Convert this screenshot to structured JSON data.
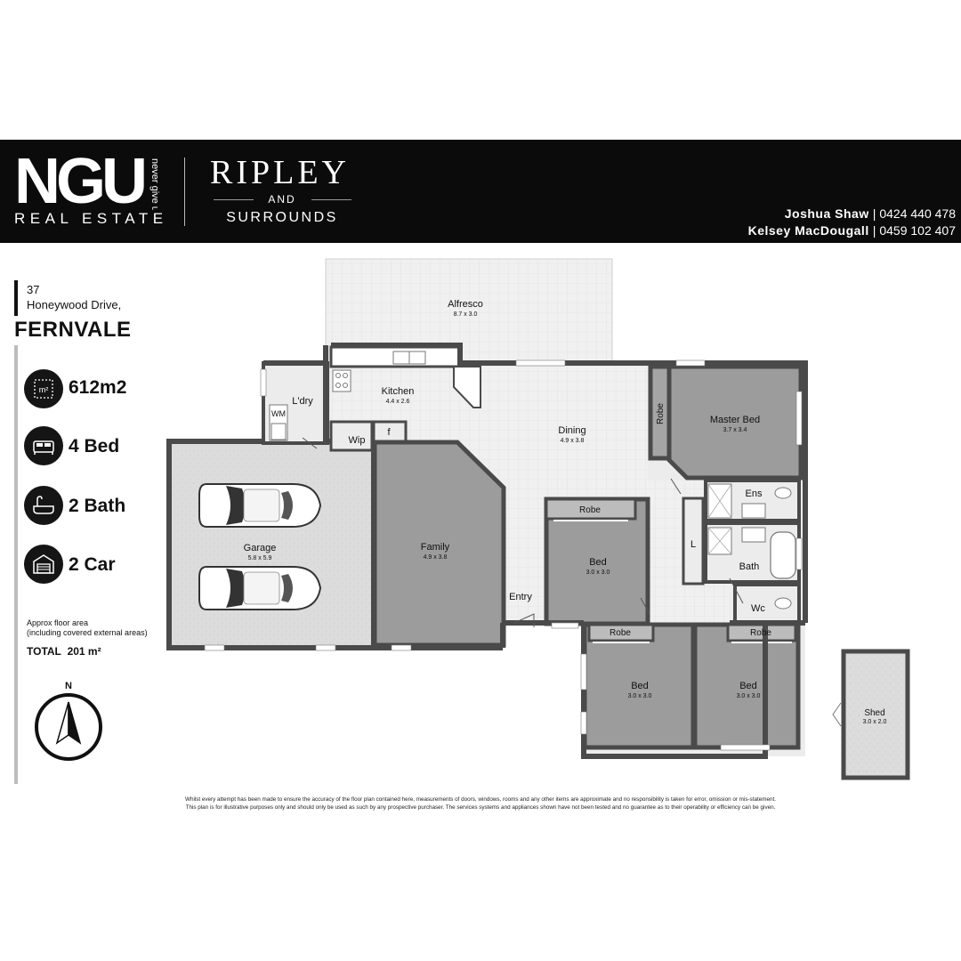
{
  "header": {
    "logo_main": "NGU",
    "logo_tagline": "never give up",
    "logo_sub": "REAL ESTATE",
    "brand_title": "RIPLEY",
    "brand_and": "AND",
    "brand_sub": "SURROUNDS",
    "agents": [
      {
        "name": "Joshua Shaw",
        "phone": "0424 440 478"
      },
      {
        "name": "Kelsey MacDougall",
        "phone": "0459 102 407"
      }
    ]
  },
  "property": {
    "street_number": "37",
    "street": "Honeywood Drive,",
    "suburb": "FERNVALE",
    "features": [
      {
        "icon": "land-area-icon",
        "value": "612m2"
      },
      {
        "icon": "bed-icon",
        "value": "4 Bed"
      },
      {
        "icon": "bath-icon",
        "value": "2 Bath"
      },
      {
        "icon": "garage-icon",
        "value": "2 Car"
      }
    ],
    "approx_note_line1": "Approx floor area",
    "approx_note_line2": "(including covered external areas)",
    "total_label": "TOTAL",
    "total_value": "201 m²",
    "compass_label": "N"
  },
  "rooms": {
    "alfresco": {
      "name": "Alfresco",
      "size": "8.7 x 3.0"
    },
    "kitchen": {
      "name": "Kitchen",
      "size": "4.4 x 2.6"
    },
    "laundry": {
      "name": "L'dry"
    },
    "wm": {
      "name": "WM"
    },
    "wip": {
      "name": "Wip"
    },
    "fridge": {
      "name": "f"
    },
    "dining": {
      "name": "Dining",
      "size": "4.9 x 3.8"
    },
    "master_robe": {
      "name": "Robe"
    },
    "master_bed": {
      "name": "Master Bed",
      "size": "3.7 x 3.4"
    },
    "ens": {
      "name": "Ens"
    },
    "linen": {
      "name": "L"
    },
    "bath": {
      "name": "Bath"
    },
    "wc": {
      "name": "Wc"
    },
    "garage": {
      "name": "Garage",
      "size": "5.8 x 5.9"
    },
    "family": {
      "name": "Family",
      "size": "4.9 x 3.8"
    },
    "entry": {
      "name": "Entry"
    },
    "bed2_robe": {
      "name": "Robe"
    },
    "bed2": {
      "name": "Bed",
      "size": "3.0 x 3.0"
    },
    "bed3_robe": {
      "name": "Robe"
    },
    "bed3": {
      "name": "Bed",
      "size": "3.0 x 3.0"
    },
    "bed4_robe": {
      "name": "Robe"
    },
    "bed4": {
      "name": "Bed",
      "size": "3.0 x 3.0"
    },
    "shed": {
      "name": "Shed",
      "size": "3.0 x 2.0"
    }
  },
  "disclaimer": {
    "line1": "Whilst every attempt has been made to ensure the accuracy of the floor plan contained here, measurements of doors, windows, rooms and any other items are approximate and no responsibility is taken for error, omission or mis-statement.",
    "line2": "This plan is for illustrative purposes only and should only be used as such by any prospective purchaser. The services systems and appliances shown have not been tested and no guarantee as to their operability or efficiency can be given."
  },
  "colors": {
    "banner": "#0b0b0b",
    "wall": "#4a4a4a",
    "bedroom_fill": "#9c9c9c",
    "floor_fill": "#ececec",
    "garage_fill": "#dcdcdc"
  }
}
